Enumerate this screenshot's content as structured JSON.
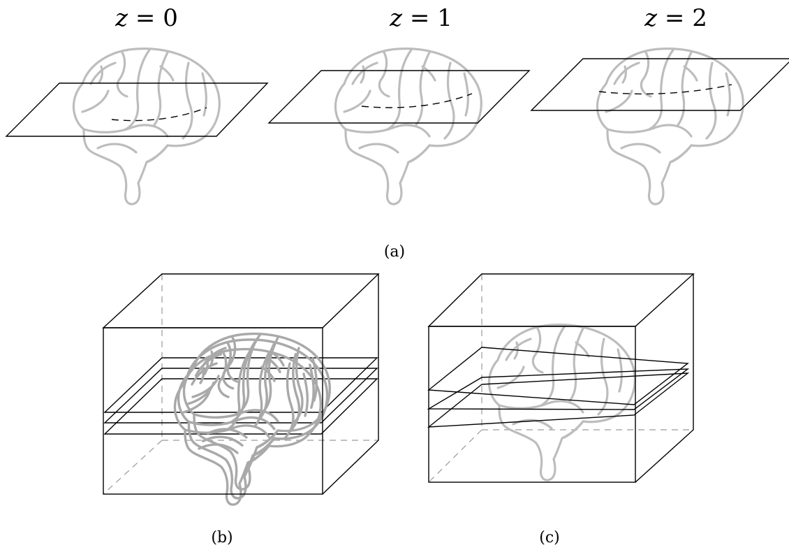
{
  "panel_a": {
    "slices": [
      {
        "var": "z",
        "eq": " = ",
        "num": "0"
      },
      {
        "var": "z",
        "eq": " = ",
        "num": "1"
      },
      {
        "var": "z",
        "eq": " = ",
        "num": "2"
      }
    ],
    "caption": "(a)"
  },
  "panel_b": {
    "caption": "(b)"
  },
  "panel_c": {
    "caption": "(c)"
  },
  "colors": {
    "brain": "#bdbdbd",
    "hidden_edge": "#9a9a9a",
    "lines": "#000000"
  }
}
